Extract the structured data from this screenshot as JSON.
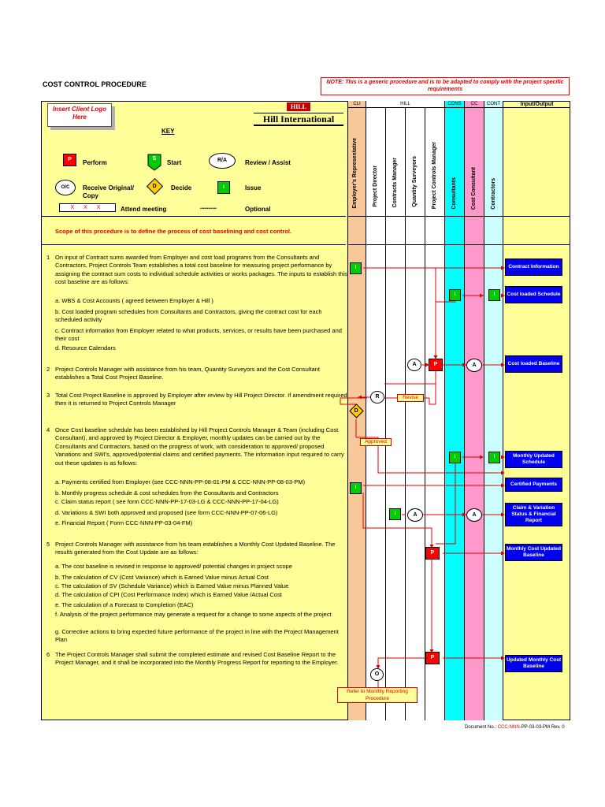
{
  "header": {
    "title": "COST CONTROL PROCEDURE",
    "note": "NOTE: This is a generic procedure and is to be adapted to comply with the project specific requirements"
  },
  "logos": {
    "client_placeholder": "Insert Client Logo Here",
    "company_mark": "HILL",
    "company_name": "Hill International"
  },
  "key": {
    "title": "KEY",
    "perform_symbol": "P",
    "perform": "Perform",
    "start_symbol": "S",
    "start": "Start",
    "review_symbol": "R/A",
    "review": "Review / Assist",
    "receive_symbol": "O/C",
    "receive": "Receive Original/ Copy",
    "decide_symbol": "D",
    "decide": "Decide",
    "issue_symbol": "I",
    "issue": "Issue",
    "meeting_symbol": "X X X",
    "meeting": "Attend meeting",
    "optional_symbol": "••••••••••••",
    "optional": "Optional"
  },
  "columns": {
    "groups": {
      "cli": "CLI",
      "hill": "HILL",
      "cons": "CONS",
      "cc": "CC",
      "cont": "CONT",
      "io": "Input/Output"
    },
    "names": {
      "employer": "Employer's Representative",
      "director": "Project Director",
      "contracts": "Contracts Manager",
      "qs": "Quantity Surveyors",
      "pcm": "Project Controls Manager",
      "consultants": "Consultants",
      "cost_consultant": "Cost Consultant",
      "contractors": "Contractors"
    }
  },
  "scope": "Scope of this procedure is to define the process of cost baselining and cost control.",
  "steps": [
    {
      "num": "1",
      "text": "On input of Contract sums awarded from Employer and cost load programs from the Consultants and Contractors, Project Controls Team establishes a total cost baseline for measuring project performance by assigning the contract sum costs to individual schedule activities or works packages.  The inputs to establish this cost baseline are as follows:"
    },
    {
      "num": "",
      "text": "a. WBS & Cost Accounts ( agreed between Employer & Hill )"
    },
    {
      "num": "",
      "text": "b. Cost loaded program schedules from Consultants and Contractors, giving the contract   cost for each scheduled activity"
    },
    {
      "num": "",
      "text": "c. Contract information from Employer related to what products, services, or results have been purchased and their cost"
    },
    {
      "num": "",
      "text": "d. Resource Calendars"
    },
    {
      "num": "2",
      "text": "Project Controls Manager with assistance from his team, Quantity Surveyors and the Cost Consultant establishes a Total Cost Project Baseline."
    },
    {
      "num": "3",
      "text": "Total Cost Project Baseline is approved by Employer after review by Hill Project Director. If amendment required then it is returned to Project Controls Manager"
    },
    {
      "num": "4",
      "text": "Once Cost baseline schedule has been established by Hill Project Controls Manager & Team (including Cost Consultant), and approved by Project Director & Employer, monthly updates can be carried out by the Consultants and Contractors, based on the progress of work, with consideration to approved/ proposed Variations and SWI's, approved/potential claims  and certified payments. The information input required to carry out these updates is as follows:"
    },
    {
      "num": "",
      "text": "a. Payments certified from Employer (see CCC-NNN-PP-08-01-PM & CCC-NNN-PP-08-03-PM)"
    },
    {
      "num": "",
      "text": "b. Monthly progress schedule & cost schedules from the Consultants and Contractors"
    },
    {
      "num": "",
      "text": "c. Claim status report ( see form CCC-NNN-PP-17-03-LG & CCC-NNN-PP-17-04-LG)"
    },
    {
      "num": "",
      "text": "d. Variations & SWI both approved and proposed (see form CCC-NNN-PP-07-06-LG)"
    },
    {
      "num": "",
      "text": "e. Financial Report ( Form CCC-NNN-PP-03-04-FM)"
    },
    {
      "num": "5",
      "text": "Project Controls Manager with assistance from his team establishes a Monthly Cost Updated Baseline. The results generated from the Cost Update are as follows:"
    },
    {
      "num": "",
      "text": "a. The cost baseline is revised in response to approved/ potential changes in project scope"
    },
    {
      "num": "",
      "text": "b. The calculation of CV (Cost Variance) which is Earned Value minus Actual Cost"
    },
    {
      "num": "",
      "text": "c. The calculation of SV (Schedule Variance) which is Earned Value minus Planned Value"
    },
    {
      "num": "",
      "text": "d. The calculation of CPI (Cost Performance Index) which is Earned Value /Actual Cost"
    },
    {
      "num": "",
      "text": "e. The calculation of a Forecast to Completion (EAC)"
    },
    {
      "num": "",
      "text": "f. Analysis of the project performance may generate a request for a change  to some aspects of the project"
    },
    {
      "num": "",
      "text": "g. Corrective actions to bring expected future performance of the project in line with the Project Management Plan"
    },
    {
      "num": "6",
      "text": "The Project Controls Manager shall submit the completed estimate and revised Cost Baseline Report to the Project Manager, and it shall be incorporated into the Monthly Progress Report for reporting to the Employer."
    }
  ],
  "outputs": {
    "contract_info": "Contract Information",
    "cost_loaded_schedule": "Cost loaded Schedule",
    "cost_loaded_baseline": "Cost loaded Baseline",
    "monthly_updated_schedule": "Monthly Updated Schedule",
    "certified_payments": "Certified Payments",
    "claim_variation": "Claim & Variation Status & Financial Report",
    "monthly_cost_baseline": "Monthly Cost Updated Baseline",
    "updated_monthly_baseline": "Updated Monthly Cost Baseline"
  },
  "flow_labels": {
    "revise": "Revise",
    "approved": "Approved",
    "refer": "Refer to Monthly Reporting Procedure",
    "p": "P",
    "i": "I",
    "a": "A",
    "r": "R",
    "d": "D",
    "o": "O"
  },
  "footer": {
    "prefix": "Document No.: ",
    "code": "CCC-NNN-",
    "rest": "PP-03-03-PM Rev. 0"
  },
  "colors": {
    "frame_bg": "#ffff99",
    "cli": "#f8c89a",
    "cons": "#00ffff",
    "cc": "#ff99cc",
    "cont": "#ccffff",
    "perform": "#ff0000",
    "issue": "#00cc00",
    "decide": "#ffcc00",
    "output": "#0000ee"
  }
}
